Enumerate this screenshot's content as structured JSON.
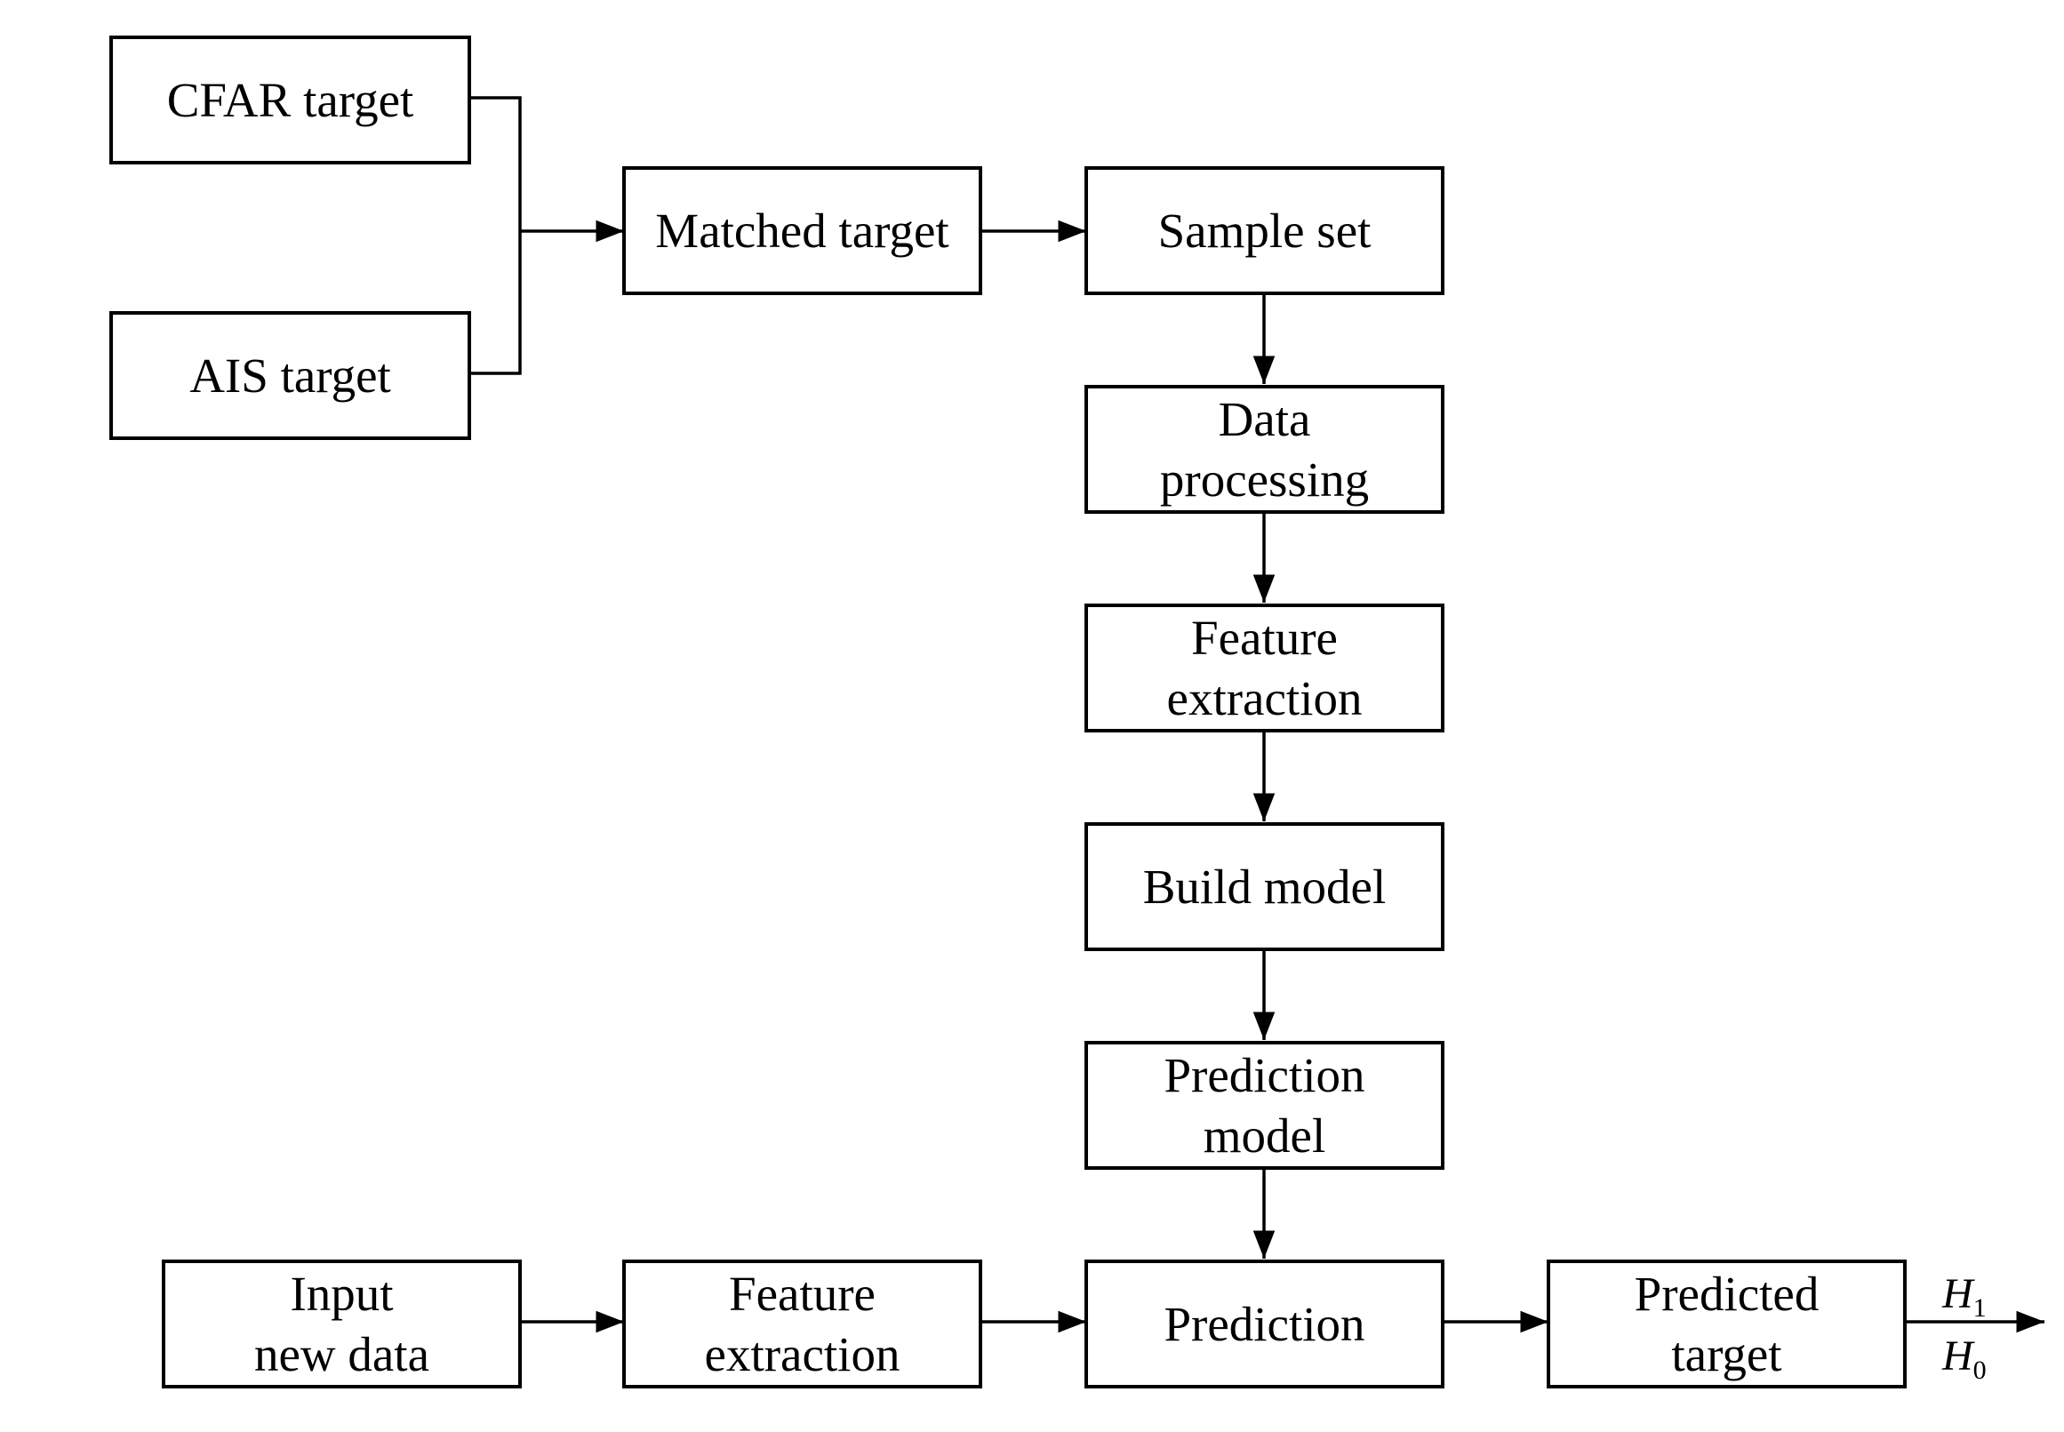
{
  "boxes": {
    "cfar_target": "CFAR target",
    "ais_target": "AIS target",
    "matched_target": "Matched target",
    "sample_set": "Sample set",
    "data_processing": "Data\nprocessing",
    "feature_extraction_top": "Feature\nextraction",
    "build_model": "Build model",
    "prediction_model": "Prediction\nmodel",
    "input_new_data": "Input\nnew data",
    "feature_extraction_bottom": "Feature\nextraction",
    "prediction": "Prediction",
    "predicted_target": "Predicted\ntarget"
  },
  "outputs": {
    "h1": "H",
    "h1_sub": "1",
    "h0": "H",
    "h0_sub": "0"
  }
}
